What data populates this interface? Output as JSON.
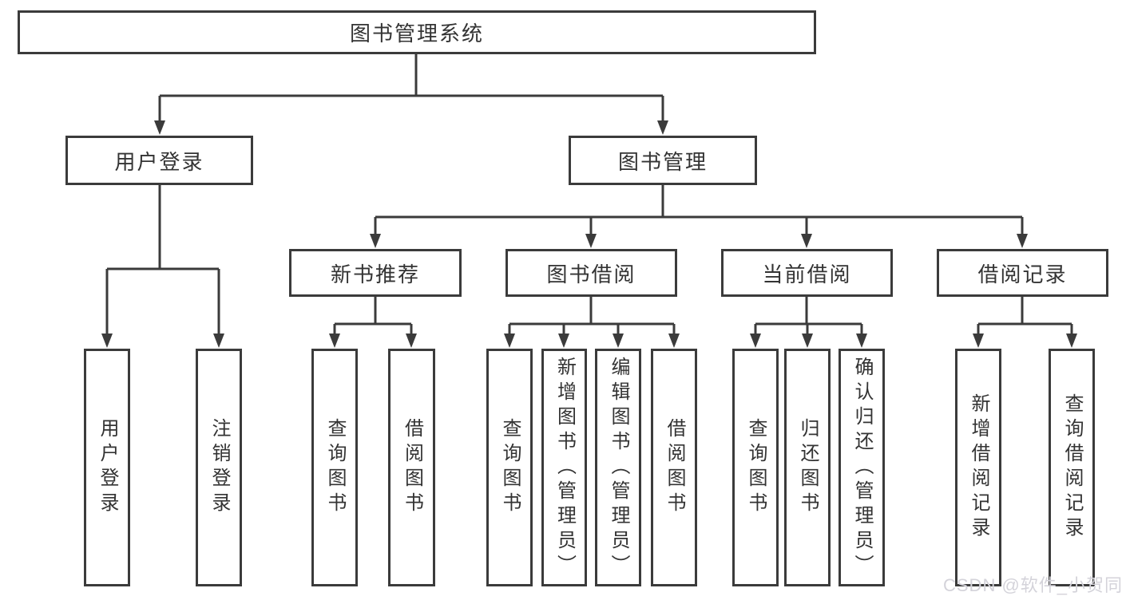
{
  "nodes": {
    "root": "图书管理系统",
    "user_login": "用户登录",
    "book_mgmt": "图书管理",
    "new_book_rec": "新书推荐",
    "book_borrow": "图书借阅",
    "current_borrow": "当前借阅",
    "borrow_records": "借阅记录",
    "ul_user_login": "用户登录",
    "ul_logout": "注销登录",
    "nb_query_books": "查询图书",
    "nb_borrow_books": "借阅图书",
    "bb_query_books": "查询图书",
    "bb_add_books": "新增图书（管理员）",
    "bb_edit_books": "编辑图书（管理员）",
    "bb_borrow_books": "借阅图书",
    "cb_query_books": "查询图书",
    "cb_return_books": "归还图书",
    "cb_confirm_return": "确认归还（管理员）",
    "br_add_record": "新增借阅记录",
    "br_query_record": "查询借阅记录"
  },
  "watermark": "CSDN @软件_小贺同学",
  "colors": {
    "line": "#3b3b3b",
    "text": "#333333",
    "background": "#ffffff",
    "watermark": "#d4d3da"
  }
}
